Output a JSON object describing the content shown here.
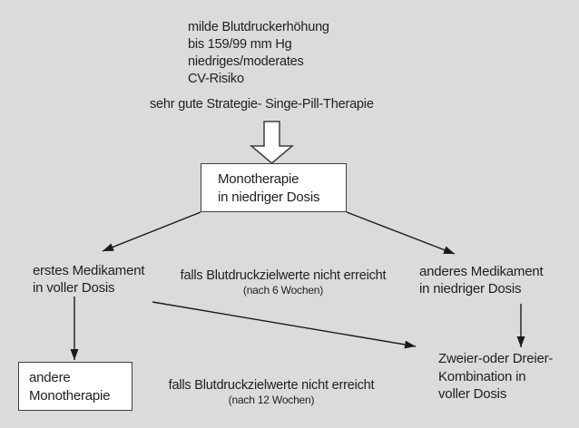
{
  "colors": {
    "background": "#dbdbdb",
    "text": "#212121",
    "box_fill": "#ffffff",
    "box_border": "#3f3f3f",
    "arrow_line": "#1a1a1a",
    "block_arrow_fill": "#ffffff"
  },
  "intro": {
    "lines": [
      "milde Blutdruckerhöhung",
      "bis 159/99 mm Hg",
      "niedriges/moderates",
      "CV-Risiko"
    ]
  },
  "strategy": "sehr gute Strategie- Singe-Pill-Therapie",
  "boxes": {
    "monotherapy": {
      "line1": "Monotherapie",
      "line2": "in niedriger Dosis"
    },
    "other_monotherapy": {
      "line1": "andere",
      "line2": "Monotherapie"
    }
  },
  "labels": {
    "first_drug": {
      "line1": "erstes Medikament",
      "line2": "in voller Dosis"
    },
    "other_drug": {
      "line1": "anderes Medikament",
      "line2": "in niedriger Dosis"
    },
    "combination": {
      "line1": "Zweier-oder Dreier-",
      "line2": "Kombination in",
      "line3": "voller Dosis"
    },
    "check_6_weeks": {
      "line1": "falls Blutdruckzielwerte nicht erreicht",
      "line2": "(nach 6 Wochen)"
    },
    "check_12_weeks": {
      "line1": "falls Blutdruckzielwerte nicht erreicht",
      "line2": "(nach 12 Wochen)"
    }
  }
}
